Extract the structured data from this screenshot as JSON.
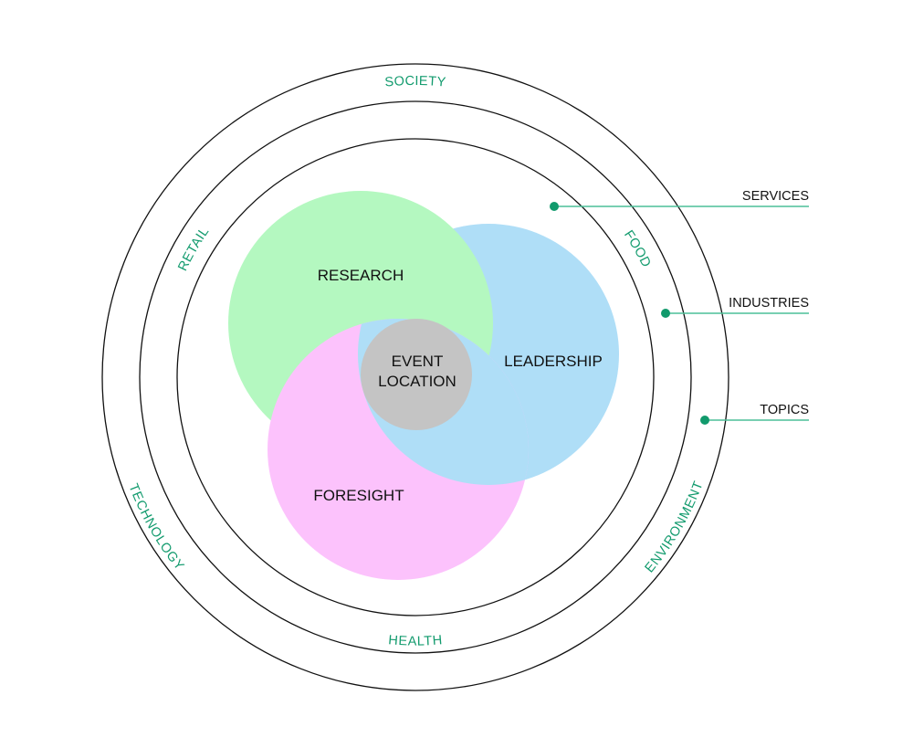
{
  "rings": {
    "outer": [
      "SOCIETY",
      "TECHNOLOGY",
      "ENVIRONMENT"
    ],
    "middle": [
      "RETAIL",
      "FOOD",
      "HEALTH"
    ]
  },
  "circles": {
    "research": {
      "label": "RESEARCH",
      "color": "#b4f8c0"
    },
    "leadership": {
      "label": "LEADERSHIP",
      "color": "#afdef7"
    },
    "foresight": {
      "label": "FORESIGHT",
      "color": "#fcc2fc"
    },
    "event": {
      "line1": "EVENT",
      "line2": "LOCATION",
      "color": "#c4c4c4"
    }
  },
  "legend": {
    "services": "SERVICES",
    "industries": "INDUSTRIES",
    "topics": "TOPICS"
  },
  "colors": {
    "accent": "#139b6e",
    "leader": "#4cbf98"
  }
}
